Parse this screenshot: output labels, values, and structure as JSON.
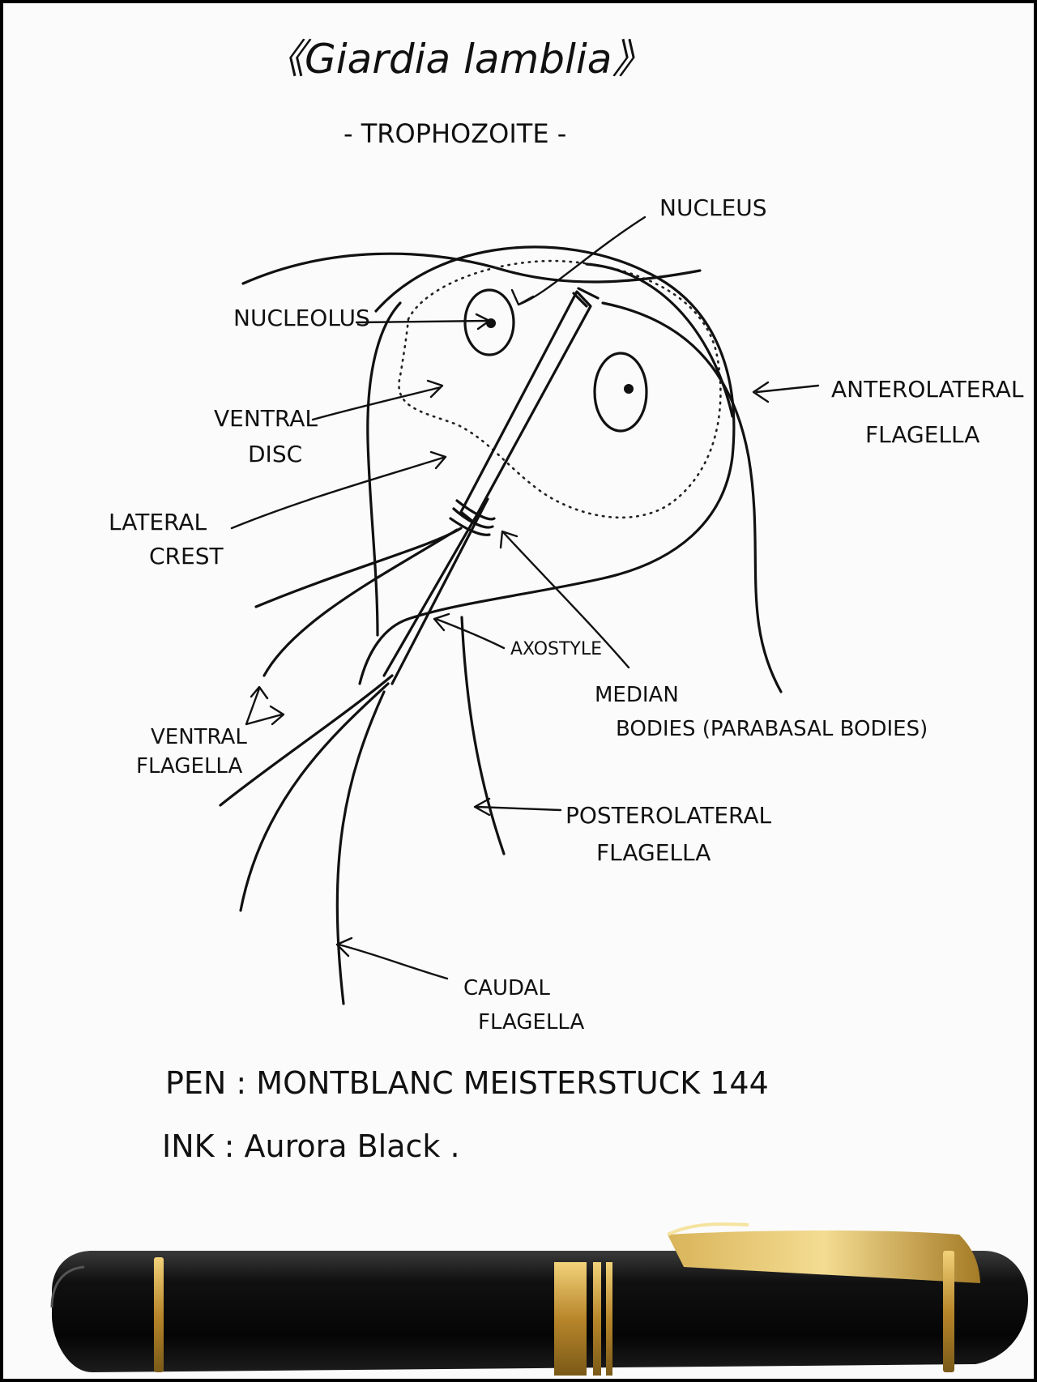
{
  "title": "《Giardia lamblia》",
  "subtitle": "- TROPHOZOITE -",
  "labels": {
    "nucleus": "NUCLEUS",
    "nucleolus": "NUCLEOLUS",
    "anterolateral_1": "ANTEROLATERAL",
    "anterolateral_2": "FLAGELLA",
    "ventral_disc_1": "VENTRAL",
    "ventral_disc_2": "DISC",
    "lateral_crest_1": "LATERAL",
    "lateral_crest_2": "CREST",
    "axostyle": "AXOSTYLE",
    "median_1": "MEDIAN",
    "median_2": "BODIES (PARABASAL BODIES)",
    "ventral_flagella_1": "VENTRAL",
    "ventral_flagella_2": "FLAGELLA",
    "posterolateral_1": "POSTEROLATERAL",
    "posterolateral_2": "FLAGELLA",
    "caudal_1": "CAUDAL",
    "caudal_2": "FLAGELLA"
  },
  "notes": {
    "pen": "PEN : MONTBLANC MEISTERSTUCK 144",
    "ink": "INK : Aurora Black ."
  },
  "colors": {
    "ink": "#111111",
    "paper": "#fbfbfb",
    "pen_body": "#0a0a0a",
    "pen_gold": "#c9a23a"
  }
}
